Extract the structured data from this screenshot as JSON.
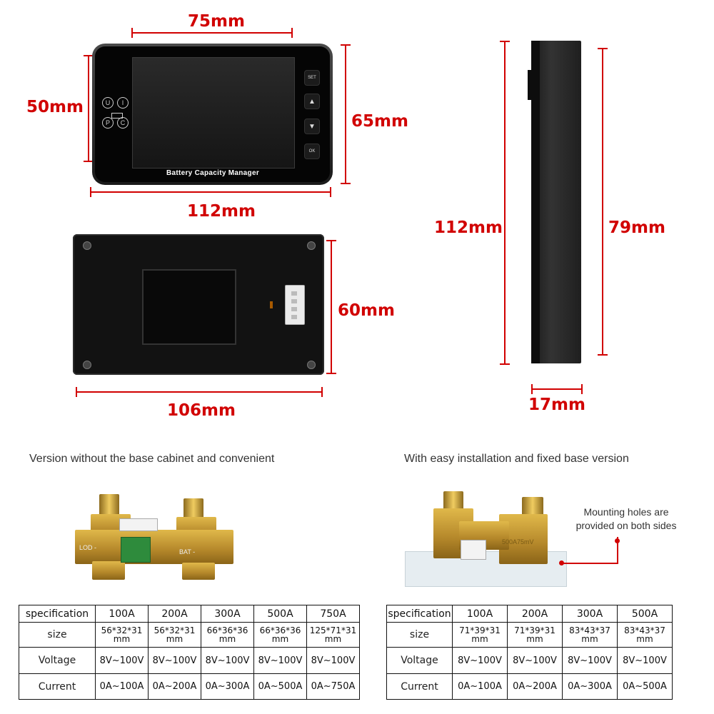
{
  "dimensions": {
    "front_width": "75mm",
    "front_height_inner": "50mm",
    "front_height_outer": "65mm",
    "front_length": "112mm",
    "back_height": "60mm",
    "back_length": "106mm",
    "side_length": "112mm",
    "side_inner": "79mm",
    "side_depth": "17mm"
  },
  "device": {
    "front_label": "Battery Capacity Manager",
    "buttons": {
      "set": "SET",
      "up": "▲",
      "down": "▼",
      "ok": "OK"
    },
    "indicators": {
      "u": "U",
      "i": "I",
      "p": "P",
      "c": "C"
    }
  },
  "captions": {
    "left": "Version without the base cabinet and convenient",
    "right": "With easy installation and fixed base version"
  },
  "shunt_labels": {
    "load": "LOD -",
    "bat": "BAT -",
    "rating": "500A75mV"
  },
  "mounting_note": {
    "line1": "Mounting holes are",
    "line2": "provided on both sides"
  },
  "table_left": {
    "headers": [
      "specification",
      "100A",
      "200A",
      "300A",
      "500A",
      "750A"
    ],
    "rows": [
      {
        "label": "size",
        "cells": [
          "56*32*31 mm",
          "56*32*31 mm",
          "66*36*36 mm",
          "66*36*36 mm",
          "125*71*31 mm"
        ]
      },
      {
        "label": "Voltage",
        "cells": [
          "8V~100V",
          "8V~100V",
          "8V~100V",
          "8V~100V",
          "8V~100V"
        ]
      },
      {
        "label": "Current",
        "cells": [
          "0A~100A",
          "0A~200A",
          "0A~300A",
          "0A~500A",
          "0A~750A"
        ]
      }
    ]
  },
  "table_right": {
    "headers": [
      "specification",
      "100A",
      "200A",
      "300A",
      "500A"
    ],
    "rows": [
      {
        "label": "size",
        "cells": [
          "71*39*31 mm",
          "71*39*31 mm",
          "83*43*37 mm",
          "83*43*37 mm"
        ]
      },
      {
        "label": "Voltage",
        "cells": [
          "8V~100V",
          "8V~100V",
          "8V~100V",
          "8V~100V"
        ]
      },
      {
        "label": "Current",
        "cells": [
          "0A~100A",
          "0A~200A",
          "0A~300A",
          "0A~500A"
        ]
      }
    ]
  },
  "colors": {
    "dimension_red": "#d10000",
    "device_black": "#121212",
    "brass": "#c9a03a"
  }
}
